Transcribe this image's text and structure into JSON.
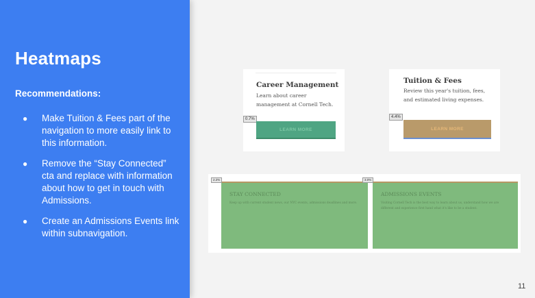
{
  "slide": {
    "title": "Heatmaps",
    "recommendations_heading": "Recommendations:",
    "bullet_glyph": "●",
    "recommendations": [
      "Make Tuition & Fees part of the navigation to more easily link to this information.",
      "Remove the “Stay Connected” cta and replace with information about how to get in touch with Admissions.",
      "Create an Admissions Events link within subnavigation."
    ],
    "page_number": "11"
  },
  "heatmaps": {
    "career": {
      "title": "Career Management",
      "description": "Learn about career management at Cornell Tech.",
      "percent": "0.7%",
      "cta_label": "LEARN MORE",
      "cta_color": "#4fa583",
      "cta_text_color": "#7ec9a6"
    },
    "tuition": {
      "title": "Tuition & Fees",
      "description": "Review this year's tuition, fees, and estimated living expenses.",
      "percent": "4.4%",
      "cta_label": "LEARN MORE",
      "cta_color": "#b99a6a",
      "cta_text_color": "#e6b878"
    },
    "stay_connected": {
      "title": "STAY CONNECTED",
      "description": "Keep up with current student news, our NYC events, admissions deadlines and more.",
      "percent": "2.2%",
      "block_color": "#7fba7d"
    },
    "admissions_events": {
      "title": "ADMISSIONS EVENTS",
      "description": "Visiting Cornell Tech is the best way to learn about us, understand how we are different and experience first hand what it's like to be a student.",
      "percent": "3.0%",
      "block_color": "#7fba7d"
    }
  },
  "colors": {
    "left_panel": "#3d7ef1",
    "background": "#f3f3f3"
  }
}
